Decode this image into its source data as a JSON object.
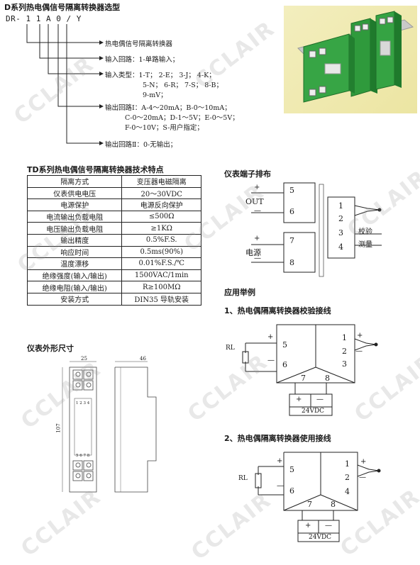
{
  "selection": {
    "title": "D系列热电偶信号隔离转换器选型",
    "model_code": "DR- 1 1 A 0 / Y",
    "lines": [
      "热电偶信号隔离转换器",
      "输入回路：1-单路输入；",
      "输入类型：1-T；  2-E；  3-J；  4-K；",
      "5-N；  6-R；  7-S；  8-B；",
      "9-mV；",
      "输出回路Ⅰ：A-4～20mA；B-0～10mA；",
      "C-0～20mA；D-1～5V；E-0～5V；",
      "F-0～10V；S-用户指定；",
      "输出回路Ⅱ：0-无输出；"
    ]
  },
  "spec": {
    "title": "TD系列热电偶信号隔离转换器技术特点",
    "rows": [
      [
        "隔离方式",
        "变压器电磁隔离"
      ],
      [
        "仪表供电电压",
        "20～30VDC"
      ],
      [
        "电源保护",
        "电源反向保护"
      ],
      [
        "电流输出负载电阻",
        "≤500Ω"
      ],
      [
        "电压输出负载电阻",
        "≥1KΩ"
      ],
      [
        "输出精度",
        "0.5%F.S."
      ],
      [
        "响应时间",
        "0.5ms(90%)"
      ],
      [
        "温度漂移",
        "0.01%F.S./℃"
      ],
      [
        "绝缘强度(输入/输出)",
        "1500VAC/1min"
      ],
      [
        "绝缘电阻(输入/输出)",
        "R≥100MΩ"
      ],
      [
        "安装方式",
        "DIN35 导轨安装"
      ]
    ]
  },
  "dims": {
    "title": "仪表外形尺寸",
    "width": "25",
    "depth": "46",
    "height": "107",
    "top_terms": "1 2 3 4",
    "bottom_terms": "5 6 7 8"
  },
  "terminal": {
    "title": "仪表端子排布",
    "out": "OUT",
    "power": "电源",
    "plus": "+",
    "minus": "—",
    "t5": "5",
    "t6": "6",
    "t7": "7",
    "t8": "8",
    "t1": "1",
    "t2": "2",
    "t3": "3",
    "t4": "4",
    "calib": "校验",
    "measure": "测量"
  },
  "application": {
    "title": "应用举例",
    "case1": "1、热电偶隔离转换器校验接线",
    "case2": "2、热电偶隔离转换器使用接线",
    "rl": "RL",
    "supply": "24VDC"
  },
  "watermark": "CCLAIR"
}
